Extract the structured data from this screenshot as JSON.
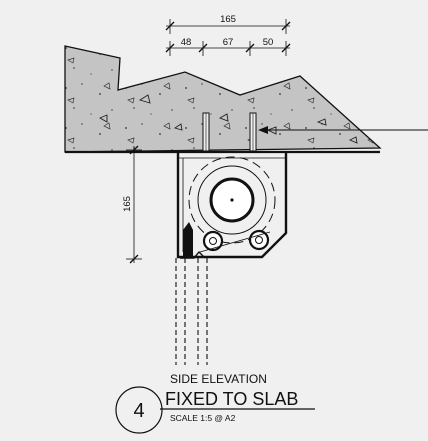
{
  "dimensions": {
    "overall_top": "165",
    "segment_1": "48",
    "segment_2": "67",
    "segment_3": "50",
    "vertical_left": "165"
  },
  "title_block": {
    "number": "4",
    "view": "SIDE ELEVATION",
    "title": "FIXED TO SLAB",
    "scale": "SCALE 1:5 @ A2"
  }
}
